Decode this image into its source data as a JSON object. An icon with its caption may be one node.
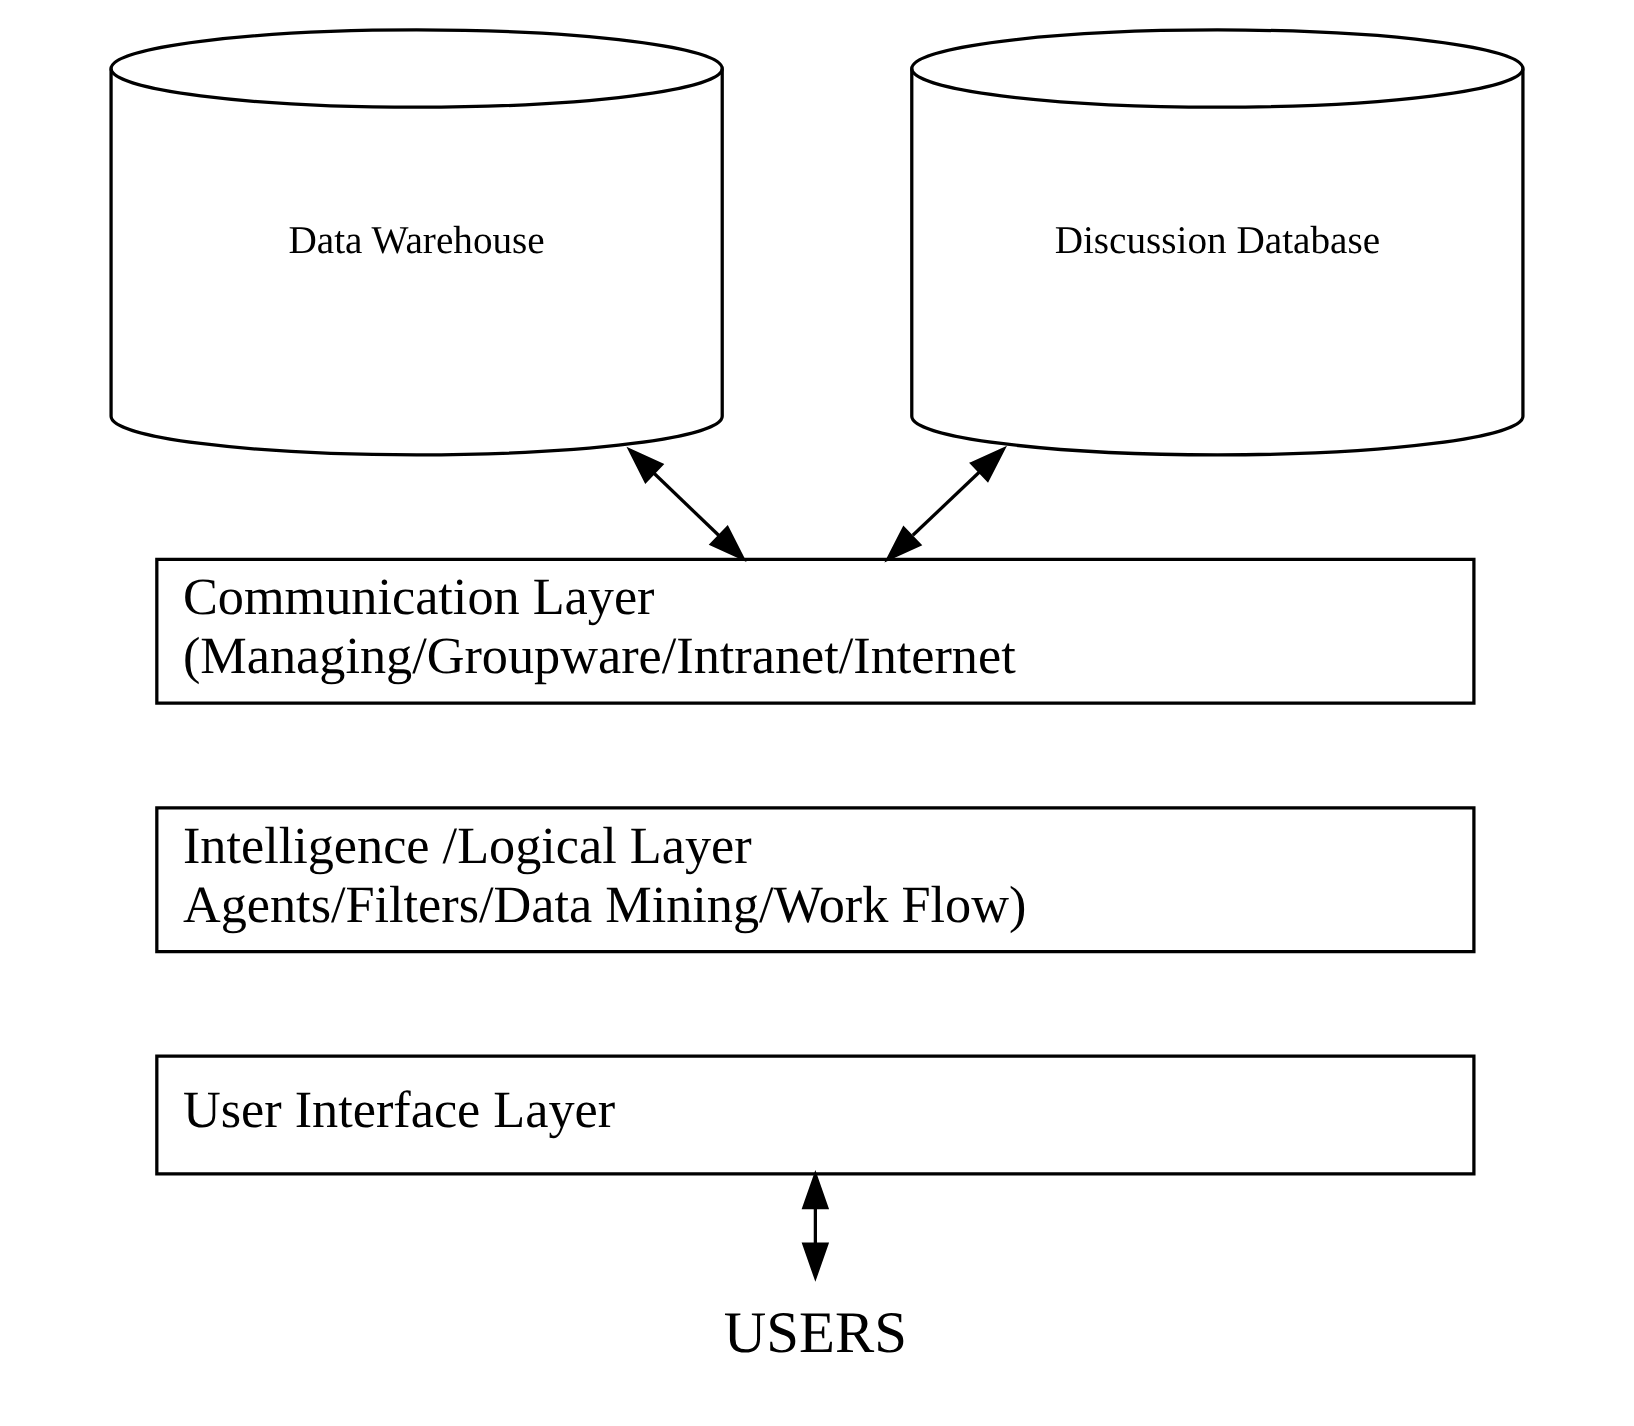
{
  "diagram": {
    "nodes": [
      {
        "text": [
          "Data Warehouse"
        ]
      },
      {
        "text": [
          "Discussion Database"
        ]
      },
      {
        "text": [
          "Communication Layer",
          "(Managing/Groupware/Intranet/Internet"
        ]
      },
      {
        "text": [
          "Intelligence /Logical Layer",
          "Agents/Filters/Data Mining/Work Flow)"
        ]
      },
      {
        "text": [
          "User Interface Layer"
        ]
      },
      {
        "text": [
          "USERS"
        ]
      }
    ],
    "edges": [
      {
        "from": 0,
        "to": 2,
        "arrow": "both"
      },
      {
        "from": 1,
        "to": 2,
        "arrow": "both"
      },
      {
        "from": 4,
        "to": 5,
        "arrow": "both"
      }
    ]
  }
}
